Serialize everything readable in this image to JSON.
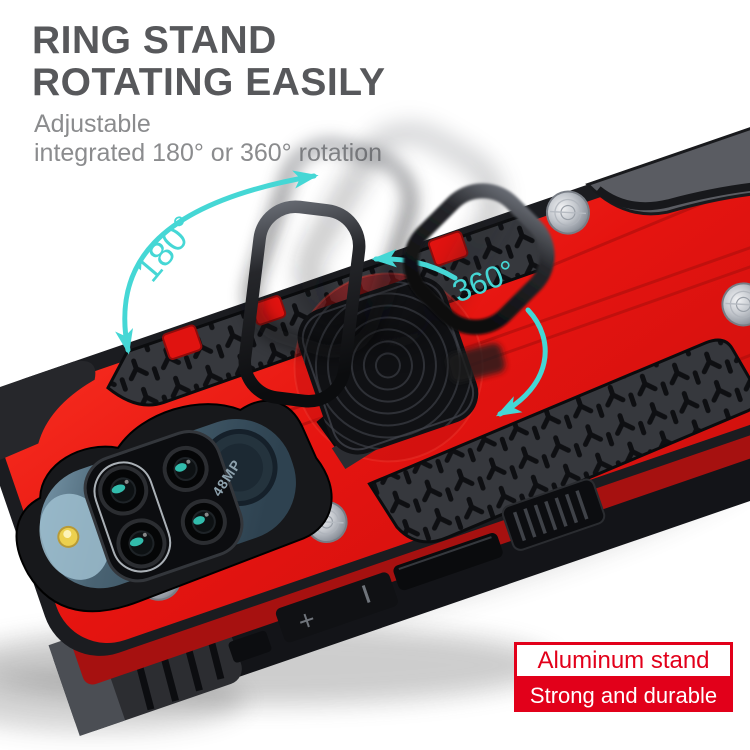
{
  "header": {
    "title_line1": "RING STAND",
    "title_line2": "ROTATING EASILY",
    "subtitle_line1": "Adjustable",
    "subtitle_line2": "integrated 180° or 360° rotation"
  },
  "annotations": {
    "angle_180": "180°",
    "angle_360": "360°"
  },
  "case": {
    "camera_label": "48MP",
    "volume_plus_label": "+",
    "colors": {
      "body_red": "#e5140f",
      "accent_cyan": "#45d7d5",
      "badge_red": "#e2001a",
      "title_gray": "#57585b",
      "subtitle_gray": "#8b8c8e"
    }
  },
  "badges": {
    "line1": "Aluminum stand",
    "line2": "Strong and durable"
  }
}
